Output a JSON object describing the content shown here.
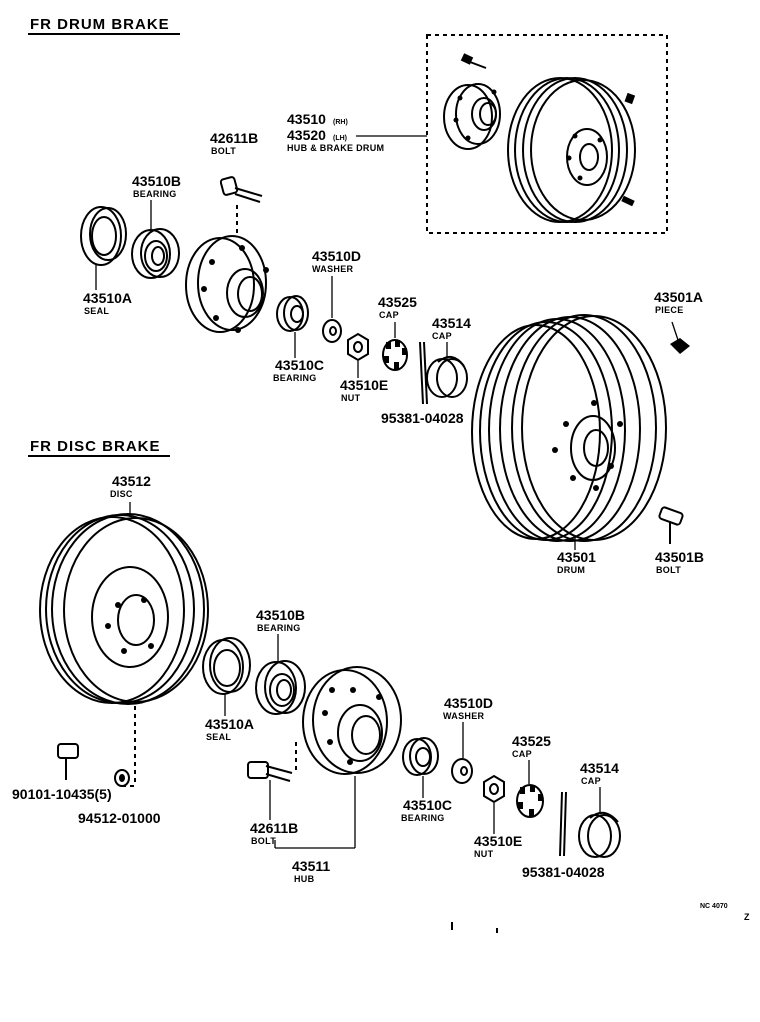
{
  "headers": {
    "drum": "FR DRUM BRAKE",
    "disc": "FR DISC BRAKE"
  },
  "drum_parts": {
    "hub_drum_rh": "43510",
    "hub_drum_rh_tag": "(RH)",
    "hub_drum_lh": "43520",
    "hub_drum_lh_tag": "(LH)",
    "hub_drum_caption": "HUB & BRAKE DRUM",
    "bolt_num": "42611B",
    "bolt_caption": "BOLT",
    "bearing_num": "43510B",
    "bearing_caption": "BEARING",
    "seal_num": "43510A",
    "seal_caption": "SEAL",
    "washer_num": "43510D",
    "washer_caption": "WASHER",
    "cap_num": "43525",
    "cap_caption": "CAP",
    "cap2_num": "43514",
    "cap2_caption": "CAP",
    "inner_bearing_num": "43510C",
    "inner_bearing_caption": "BEARING",
    "nut_num": "43510E",
    "nut_caption": "NUT",
    "pin_num": "95381-04028",
    "piece_num": "43501A",
    "piece_caption": "PIECE",
    "drum_num": "43501",
    "drum_caption": "DRUM",
    "drum_bolt_num": "43501B",
    "drum_bolt_caption": "BOLT"
  },
  "disc_parts": {
    "disc_num": "43512",
    "disc_caption": "DISC",
    "bearing_num": "43510B",
    "bearing_caption": "BEARING",
    "seal_num": "43510A",
    "seal_caption": "SEAL",
    "washer_num": "43510D",
    "washer_caption": "WASHER",
    "cap_num": "43525",
    "cap_caption": "CAP",
    "cap2_num": "43514",
    "cap2_caption": "CAP",
    "screw_num": "90101-10435(5)",
    "washer2_num": "94512-01000",
    "bolt_num": "42611B",
    "bolt_caption": "BOLT",
    "inner_bearing_num": "43510C",
    "inner_bearing_caption": "BEARING",
    "nut_num": "43510E",
    "nut_caption": "NUT",
    "hub_num": "43511",
    "hub_caption": "HUB",
    "pin_num": "95381-04028"
  },
  "footer": {
    "code": "NC 4070",
    "mark": "Z"
  }
}
